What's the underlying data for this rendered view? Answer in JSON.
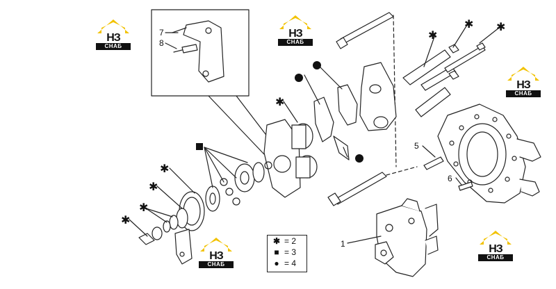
{
  "logo": {
    "brand": "НЗ",
    "tag": "СНАБ",
    "accent": "#f2c200"
  },
  "callouts": {
    "c1": "1",
    "c5": "5",
    "c6": "6",
    "c7": "7",
    "c8": "8"
  },
  "legend": {
    "star": {
      "symbol": "✱",
      "text": "= 2"
    },
    "square": {
      "symbol": "■",
      "text": "= 3"
    },
    "circle": {
      "symbol": "●",
      "text": "= 4"
    }
  },
  "colors": {
    "line": "#222222",
    "logo_yellow": "#f2c200"
  }
}
